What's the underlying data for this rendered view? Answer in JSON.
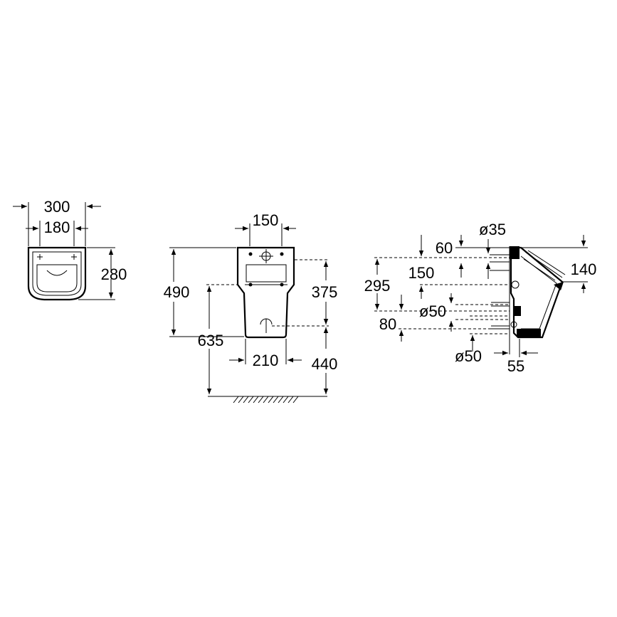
{
  "views": {
    "top": {
      "labels": {
        "width_total": "300",
        "width_holes": "180",
        "depth": "280"
      }
    },
    "front": {
      "labels": {
        "top_width": "150",
        "height_total": "490",
        "height_inner": "375",
        "height_floor": "635",
        "bottom_width": "210",
        "outlet_floor": "440"
      }
    },
    "side": {
      "labels": {
        "inlet_diam": "ø35",
        "inlet_offset": "60",
        "depth_150": "150",
        "height_295": "295",
        "outlet_diam_upper": "ø50",
        "height_80": "80",
        "outlet_diam_lower": "ø50",
        "back_55": "55",
        "top_140": "140"
      }
    }
  }
}
